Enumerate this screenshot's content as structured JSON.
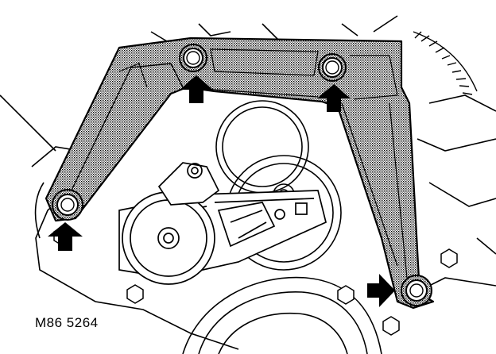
{
  "figure": {
    "reference_label": "M86 5264",
    "ink_color": "#000000",
    "shade_color": "#bdbdbd",
    "background_color": "#ffffff",
    "callouts": [
      {
        "name": "arrow-bolt-top-left",
        "direction": "up"
      },
      {
        "name": "arrow-bolt-top-right",
        "direction": "up"
      },
      {
        "name": "arrow-bolt-lower-left",
        "direction": "up"
      },
      {
        "name": "arrow-bolt-lower-right",
        "direction": "right"
      }
    ]
  }
}
